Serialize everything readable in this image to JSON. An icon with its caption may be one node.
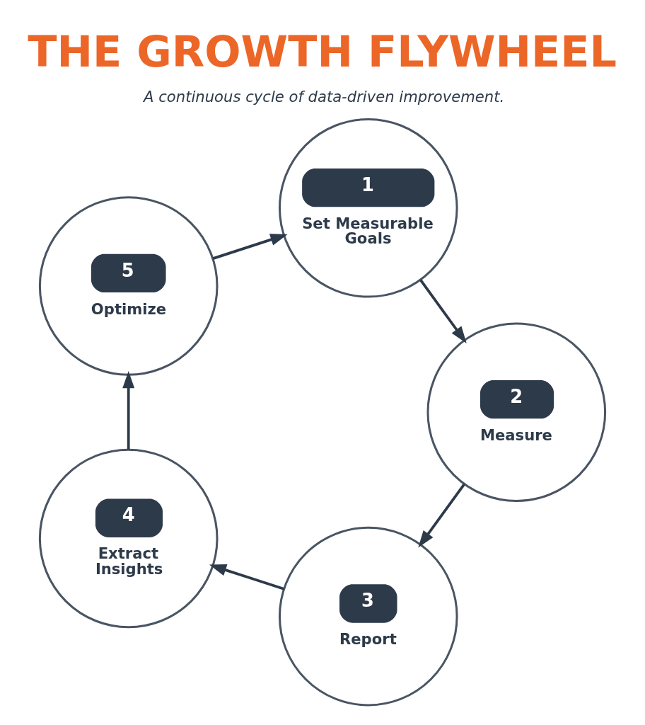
{
  "diagram": {
    "title": "THE GROWTH FLYWHEEL",
    "caption": "A continuous cycle of data-driven improvement.",
    "nodes": [
      {
        "text": [
          "1",
          "Set Measurable Goals"
        ]
      },
      {
        "text": [
          "2",
          "Measure"
        ]
      },
      {
        "text": [
          "3",
          "Report"
        ]
      },
      {
        "text": [
          "4",
          "Extract Insights"
        ]
      },
      {
        "text": [
          "5",
          "Optimize"
        ]
      }
    ],
    "edges": [
      {
        "from": 0,
        "to": 1,
        "arrow": "to"
      },
      {
        "from": 1,
        "to": 2,
        "arrow": "to"
      },
      {
        "from": 2,
        "to": 3,
        "arrow": "to"
      },
      {
        "from": 3,
        "to": 4,
        "arrow": "to"
      },
      {
        "from": 4,
        "to": 0,
        "arrow": "to"
      }
    ]
  }
}
